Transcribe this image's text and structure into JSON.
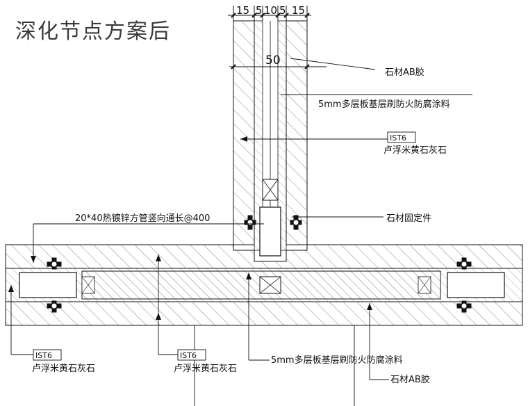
{
  "title": "深化节点方案后",
  "dimensions": {
    "top": [
      "15",
      "5",
      "10",
      "5",
      "15"
    ],
    "width": "50"
  },
  "callouts": {
    "stone_ab_glue_top": "石材AB胶",
    "plywood_top": "5mm多层板基层刷防火防腐涂料",
    "tag_ist6_top": "IST6",
    "stone_name_top": "卢浮米黄石灰石",
    "stone_fixing": "石材固定件",
    "steel_tube": "20*40热镀锌方管竖向通长@400",
    "tag_ist6_left": "IST6",
    "stone_name_left": "卢浮米黄石灰石",
    "tag_ist6_mid": "IST6",
    "stone_name_mid": "卢浮米黄石灰石",
    "plywood_bottom": "5mm多层板基层刷防火防腐涂料",
    "stone_ab_glue_bottom": "石材AB胶"
  },
  "colors": {
    "line": "#111111",
    "hatch": "#555555",
    "title": "#3a3a3a"
  }
}
